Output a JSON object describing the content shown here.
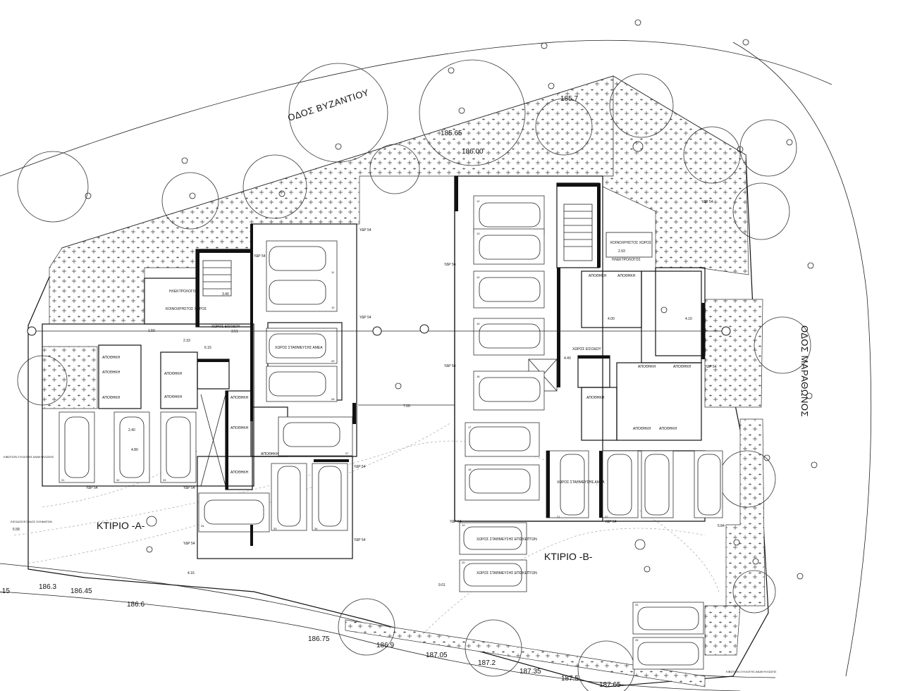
{
  "streets": {
    "north": "ΟΔΟΣ ΒΥΖΑΝΤΙΟΥ",
    "east": "ΟΔΟΣ ΜΑΡΑΘΩΝΟΣ"
  },
  "buildings": {
    "a": "ΚΤΙΡΙΟ -Α-",
    "b": "ΚΤΙΡΙΟ -Β-"
  },
  "levels": {
    "l1": "185.7",
    "l2": "185.65",
    "l3": "186.00",
    "l4": "186.3",
    "l5": "186.45",
    "l6": "186.6",
    "l7": "186.75",
    "l8": "186.9",
    "l9": "187.05",
    "l10": "187.2",
    "l11": "187.35",
    "l12": "187.5",
    "l13": "187.65",
    "l14": ".15"
  },
  "rooms": {
    "electrical_a": "ΗΛΕΚΤΡΟΛΟΓΟΣ",
    "common_a": "ΚΟΙΝΟΧΡΗΣΤΟΣ ΧΩΡΟΣ",
    "entrance_a": "ΧΩΡΟΣ ΕΙΣΟΔΟΥ",
    "parking_space": "ΧΩΡΟΣ ΣΤΑΘΜΕΥΣΗΣ ΑΜΕΑ",
    "storage": "ΑΠΟΘΗΚΗ",
    "electrical_b": "ΗΛΕΚΤΡΟΛΟΓΟΣ",
    "common_b": "ΚΟΙΝΟΧΡΗΣΤΟΣ ΧΩΡΟΣ",
    "entrance_b": "ΧΩΡΟΣ ΕΙΣΟΔΟΥ",
    "disabled_b": "ΧΩΡΟΣ ΣΤΑΘΜΕΥΣΗΣ ΑΜΕΑ",
    "visitors_1": "ΧΩΡΟΣ ΣΤΑΘΜΕΥΣΗΣ ΕΠΙΣΚΕΠΤΩΝ",
    "visitors_2": "ΧΩΡΟΣ ΣΤΑΘΜΕΥΣΗΣ ΕΠΙΣΚΕΠΤΩΝ",
    "vehicle_entry": "ΕΙΣΟΔΟΣ/ΕΞΟΔΟΣ ΟΧΗΜΑΤΩΝ",
    "recycling": "ΚΙΒΩΤΙΟΝ ΣΥΛΛΟΓΗΣ ΑΝΑΚΥΚΛΩΣΗΣ"
  },
  "markers": {
    "ydr": "ΥΔΡ 54"
  },
  "dimensions": {
    "d1": "7.00",
    "d2": "4.80",
    "d3": "2.40",
    "d4": "4.00",
    "d5": "4.10",
    "d6": "1.50",
    "d7": "3.40",
    "d8": "2.33",
    "d9": "6.15",
    "d10": "3.51",
    "d11": "4.40",
    "d12": "2.93",
    "d13": "5.58",
    "d14": "9.01",
    "d15": "5.84",
    "d16": "4.16"
  },
  "spots": {
    "s1": "12",
    "s2": "13",
    "s3": "14",
    "s4": "15",
    "s5": "16",
    "s6": "17",
    "s7": "18",
    "s8": "19",
    "s9": "20",
    "s10": "21",
    "s11": "22",
    "s12": "25",
    "s13": "26",
    "s14": "31",
    "s15": "32",
    "s16": "33",
    "s17": "34",
    "s18": "35",
    "s19": "36",
    "s20": "10",
    "s21": "11",
    "s22": "08",
    "s23": "09",
    "s24": "07"
  }
}
